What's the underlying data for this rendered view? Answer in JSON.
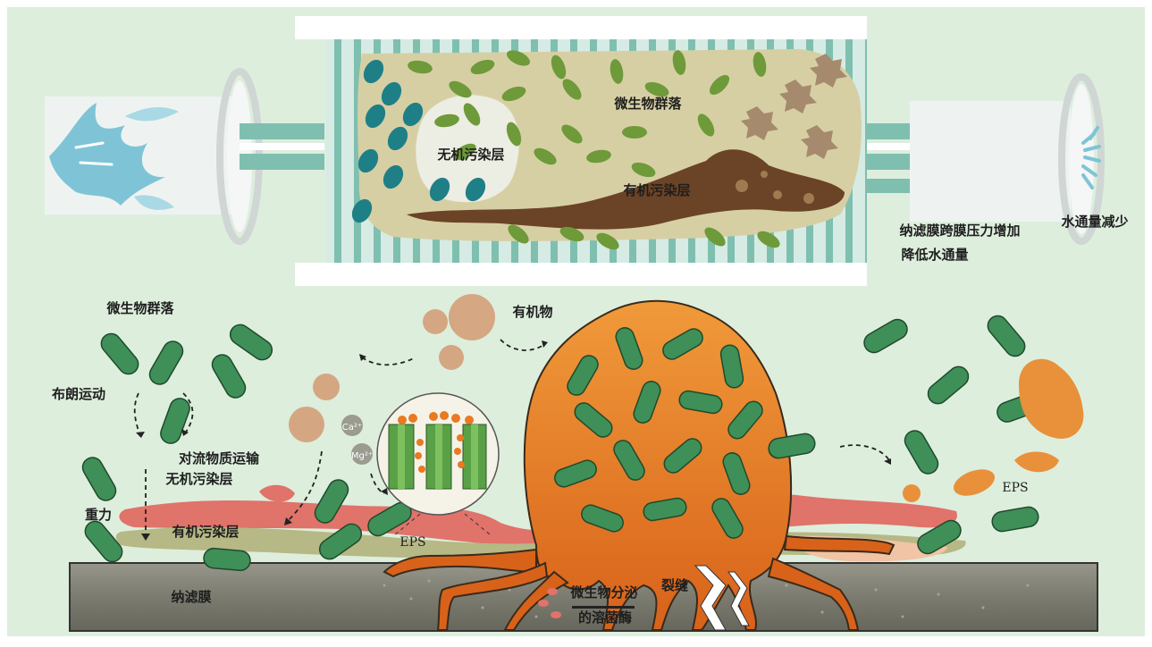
{
  "top_panel": {
    "microbial_community": "微生物群落",
    "inorganic_layer": "无机污染层",
    "organic_layer": "有机污染层",
    "pressure_line1": "纳滤膜跨膜压力增加",
    "pressure_line2": "降低水通量",
    "flux_drop": "水通量减少"
  },
  "bottom_panel": {
    "microbial_community": "微生物群落",
    "brownian_motion": "布朗运动",
    "convective_transport": "对流物质运输",
    "inorganic_layer": "无机污染层",
    "gravity": "重力",
    "organic_layer": "有机污染层",
    "eps_left": "EPS",
    "eps_right": "EPS",
    "organic_matter": "有机物",
    "ca_ion": "Ca²⁺",
    "mg_ion": "Mg²⁺",
    "nf_membrane": "纳滤膜",
    "lysozyme_line1": "微生物分泌",
    "lysozyme_line2": "的溶菌酶",
    "crack": "裂缝"
  },
  "colors": {
    "background": "#ddeedd",
    "water": "#7fc4d6",
    "bacteria_green": "#3f8f58",
    "biofilm_orange": "#e07a24",
    "organic_brown": "#6b4326",
    "membrane_gray": "#7b7b6f"
  }
}
